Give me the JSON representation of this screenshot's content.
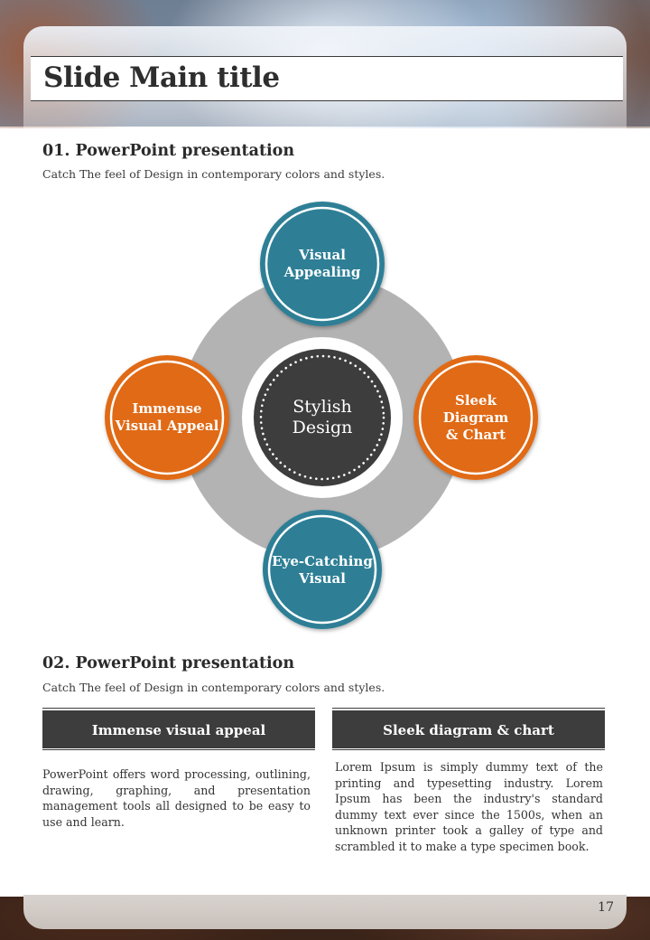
{
  "slide": {
    "title": "Slide Main title",
    "page_number": "17"
  },
  "section1": {
    "heading": "01. PowerPoint presentation",
    "subtitle": "Catch The feel of Design in contemporary colors and styles."
  },
  "diagram": {
    "center": {
      "line1": "Stylish",
      "line2": "Design"
    },
    "top": {
      "line1": "Visual",
      "line2": "Appealing"
    },
    "left": {
      "line1": "Immense",
      "line2": "Visual Appeal"
    },
    "right": {
      "line1": "Sleek",
      "line2": "Diagram",
      "line3": "& Chart"
    },
    "bottom": {
      "line1": "Eye-Catching",
      "line2": "Visual"
    },
    "colors": {
      "teal": "#2f7f96",
      "orange": "#e06a12",
      "dark": "#3d3d3d",
      "ring": "#b3b3b3"
    }
  },
  "section2": {
    "heading": "02. PowerPoint presentation",
    "subtitle": "Catch The feel of Design in contemporary colors and styles.",
    "columns": [
      {
        "header": "Immense visual appeal",
        "text": "PowerPoint offers word processing, outlining, drawing, graphing, and presentation management tools all designed to be easy to use and learn."
      },
      {
        "header": "Sleek diagram & chart",
        "text": "Lorem Ipsum is simply dummy text of the printing and typesetting industry. Lorem Ipsum has been the industry's standard dummy text ever since the 1500s, when an unknown printer took a galley of type and scrambled it to make a type specimen book."
      }
    ]
  }
}
